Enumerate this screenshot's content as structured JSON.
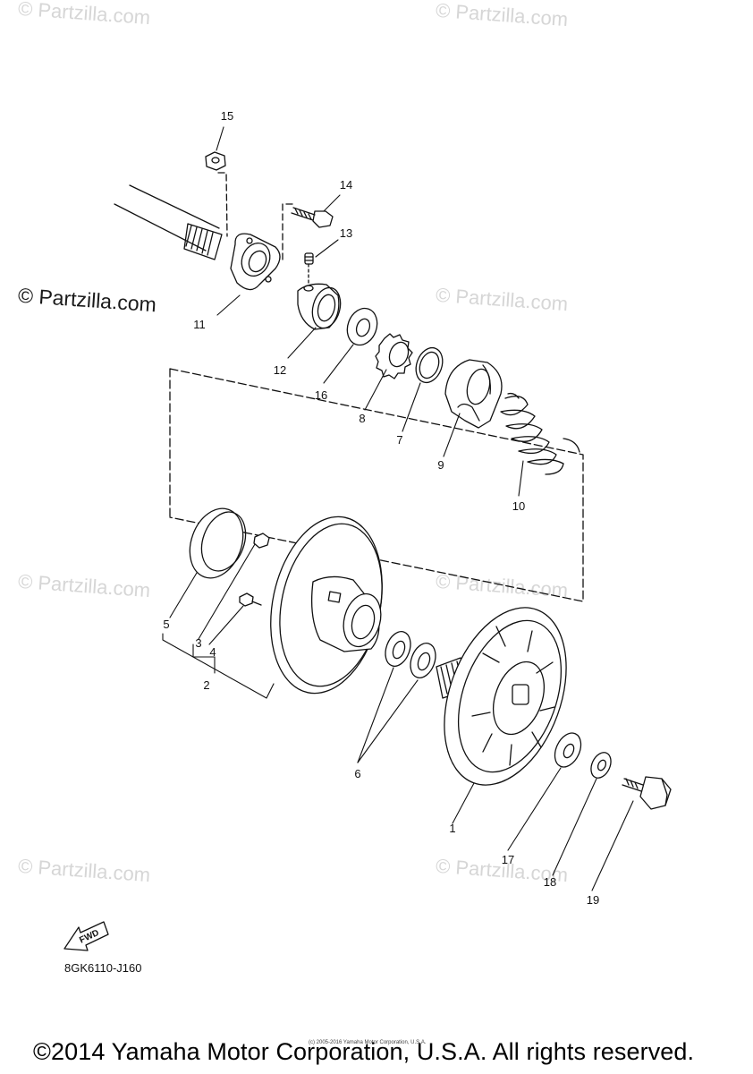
{
  "callouts": [
    {
      "id": "15",
      "label": "15"
    },
    {
      "id": "14",
      "label": "14"
    },
    {
      "id": "13",
      "label": "13"
    },
    {
      "id": "11",
      "label": "11"
    },
    {
      "id": "12",
      "label": "12"
    },
    {
      "id": "16",
      "label": "16"
    },
    {
      "id": "8",
      "label": "8"
    },
    {
      "id": "7",
      "label": "7"
    },
    {
      "id": "9",
      "label": "9"
    },
    {
      "id": "10",
      "label": "10"
    },
    {
      "id": "5",
      "label": "5"
    },
    {
      "id": "3",
      "label": "3"
    },
    {
      "id": "4",
      "label": "4"
    },
    {
      "id": "2",
      "label": "2"
    },
    {
      "id": "6",
      "label": "6"
    },
    {
      "id": "1",
      "label": "1"
    },
    {
      "id": "17",
      "label": "17"
    },
    {
      "id": "18",
      "label": "18"
    },
    {
      "id": "19",
      "label": "19"
    }
  ],
  "watermark_text": "© Partzilla.com",
  "fwd_label": "FWD",
  "part_code": "8GK6110-J160",
  "micro_text": "(c) 2005-2016 Yamaha Motor Corporation, U.S.A.",
  "copyright": "©2014 Yamaha Motor Corporation, U.S.A. All rights reserved."
}
